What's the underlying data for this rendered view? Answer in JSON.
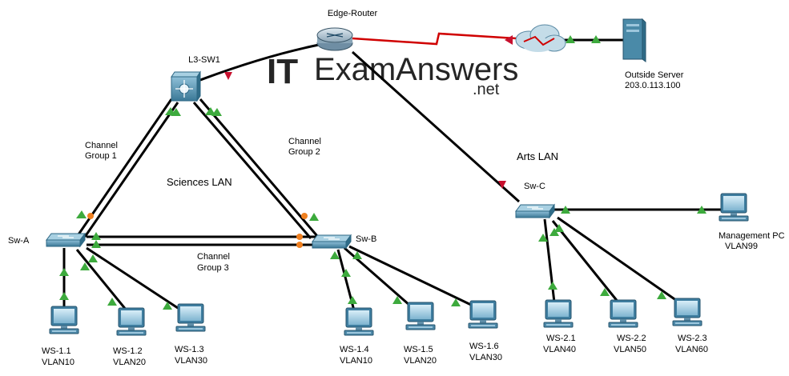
{
  "devices": {
    "edge_router": "Edge-Router",
    "l3_switch": "L3-SW1",
    "sw_a": "Sw-A",
    "sw_b": "Sw-B",
    "sw_c": "Sw-C",
    "outside_server": {
      "name": "Outside Server",
      "ip": "203.0.113.100"
    },
    "management_pc": {
      "name": "Management PC",
      "vlan": "VLAN99"
    }
  },
  "zones": {
    "sciences": "Sciences LAN",
    "arts": "Arts LAN"
  },
  "channel_groups": {
    "g1": {
      "line1": "Channel",
      "line2": "Group 1"
    },
    "g2": {
      "line1": "Channel",
      "line2": "Group 2"
    },
    "g3": {
      "line1": "Channel",
      "line2": "Group 3"
    }
  },
  "workstations": [
    {
      "name": "WS-1.1",
      "vlan": "VLAN10"
    },
    {
      "name": "WS-1.2",
      "vlan": "VLAN20"
    },
    {
      "name": "WS-1.3",
      "vlan": "VLAN30"
    },
    {
      "name": "WS-1.4",
      "vlan": "VLAN10"
    },
    {
      "name": "WS-1.5",
      "vlan": "VLAN20"
    },
    {
      "name": "WS-1.6",
      "vlan": "VLAN30"
    },
    {
      "name": "WS-2.1",
      "vlan": "VLAN40"
    },
    {
      "name": "WS-2.2",
      "vlan": "VLAN50"
    },
    {
      "name": "WS-2.3",
      "vlan": "VLAN60"
    }
  ],
  "watermark": {
    "brand_a": "IT",
    "brand_b": "Exam",
    "brand_c": "Answers",
    "suffix": ".net"
  },
  "colors": {
    "link_up": "#3daa3d",
    "link_down": "#c8102e",
    "stp_blocking": "#f08020",
    "serial_link": "#d00000",
    "device_blue": "#4a8aa8",
    "watermark_red": "#e05050",
    "watermark_blue": "#3a7fc0"
  }
}
